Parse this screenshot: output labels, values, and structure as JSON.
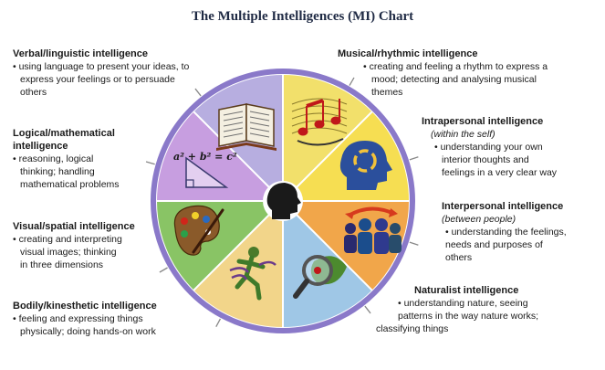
{
  "title": "The Multiple Intelligences (MI) Chart",
  "colors": {
    "verbal": "#b7aee0",
    "musical": "#f2e06b",
    "intrapersonal": "#f6de52",
    "interpersonal": "#f1a64a",
    "naturalist": "#9fc7e6",
    "bodily": "#f2d58a",
    "visual": "#89c465",
    "logical": "#c79ee0",
    "rim": "#8a79c9"
  },
  "intelligences": {
    "verbal": {
      "heading": "Verbal/linguistic intelligence",
      "lines": [
        "• using language to present your ideas, to",
        "express your feelings or to persuade",
        "others"
      ],
      "icon": "open-book-icon"
    },
    "logical": {
      "heading_lines": [
        "Logical/mathematical",
        "intelligence"
      ],
      "lines": [
        "• reasoning, logical",
        "thinking; handling",
        "mathematical problems"
      ],
      "icon": "set-square-icon",
      "formula": "a² + b² = c²"
    },
    "visual": {
      "heading": "Visual/spatial intelligence",
      "lines": [
        "• creating and interpreting",
        "visual images; thinking",
        "in three dimensions"
      ],
      "icon": "paint-palette-icon"
    },
    "bodily": {
      "heading": "Bodily/kinesthetic intelligence",
      "lines": [
        "• feeling and expressing things",
        "physically; doing hands-on work"
      ],
      "icon": "running-figure-icon"
    },
    "musical": {
      "heading": "Musical/rhythmic intelligence",
      "lines": [
        "• creating and feeling a rhythm to express a",
        "mood; detecting and analysing musical",
        "themes"
      ],
      "icon": "music-notes-icon"
    },
    "intrapersonal": {
      "heading": "Intrapersonal intelligence",
      "sub": "(within the self)",
      "lines": [
        "• understanding your own",
        "interior thoughts and",
        "feelings in a very clear way"
      ],
      "icon": "head-arrows-icon"
    },
    "interpersonal": {
      "heading": "Interpersonal intelligence",
      "sub": "(between people)",
      "lines": [
        "• understanding the feelings,",
        "needs and purposes of",
        "others"
      ],
      "icon": "people-group-icon"
    },
    "naturalist": {
      "heading": "Naturalist intelligence",
      "lines": [
        "• understanding nature, seeing",
        "patterns in the way nature works;",
        "classifying things"
      ],
      "icon": "magnifier-leaf-icon"
    }
  },
  "center_icon": "human-head-icon"
}
